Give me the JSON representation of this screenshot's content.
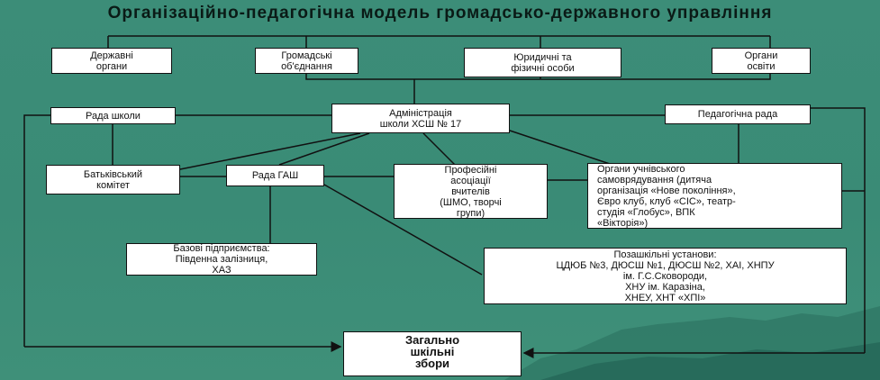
{
  "title": "Організаційно-педагогічна модель громадсько-державного управління",
  "nodes": {
    "derzhavni_orhany": {
      "lines": [
        "Державні",
        "органи"
      ]
    },
    "hromadski": {
      "lines": [
        "Громадські",
        "об'єднання"
      ]
    },
    "yurydychni": {
      "lines": [
        "Юридичні та",
        "фізичні особи"
      ]
    },
    "orhany_osvity": {
      "lines": [
        "Органи",
        "освіти"
      ]
    },
    "rada_shkoly": {
      "lines": [
        "Рада школи"
      ]
    },
    "administratsiia": {
      "lines": [
        "Адміністрація",
        "школи ХСШ № 17"
      ]
    },
    "pedrada": {
      "lines": [
        "Педагогічна рада"
      ]
    },
    "batkivskyi": {
      "lines": [
        "Батьківський",
        "комітет"
      ]
    },
    "rada_hash": {
      "lines": [
        "Рада ГАШ"
      ]
    },
    "profasotsiatsii": {
      "lines": [
        "Професійні",
        "асоціації",
        "вчителів",
        "(ШМО, творчі",
        "групи)"
      ]
    },
    "uchnivske": {
      "lines": [
        "Органи учнівського",
        "самоврядування (дитяча",
        "організація «Нове покоління»,",
        "Євро клуб, клуб «СІС», театр-",
        "студія «Глобус», ВПК",
        "«Вікторія»)"
      ]
    },
    "bazovi": {
      "lines": [
        "Базові підприємства:",
        "Південна залізниця,",
        "ХАЗ"
      ]
    },
    "pozashkilni": {
      "lines": [
        "Позашкільні установи:",
        "ЦДЮБ №3, ДЮСШ №1, ДЮСШ №2, ХАІ, ХНПУ",
        "ім. Г.С.Сковороди,",
        "ХНУ ім. Каразіна,",
        "ХНЕУ, ХНТ «ХПІ»"
      ]
    },
    "zahalno": {
      "lines": [
        "Загально",
        "шкільні",
        "збори"
      ]
    }
  }
}
